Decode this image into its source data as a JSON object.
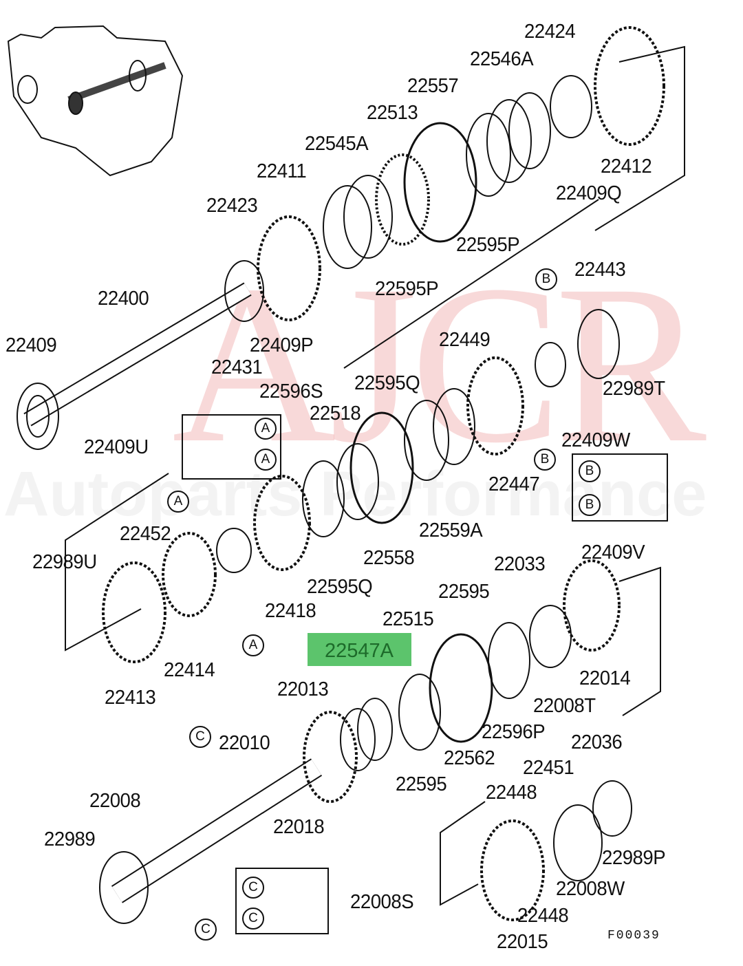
{
  "diagram": {
    "figure_code": "F00039",
    "highlighted_part": "22547A",
    "highlight_color": "#5cc46c",
    "watermark": {
      "logo": "AJCR",
      "text": "Autoparts Performance"
    },
    "labels": [
      "22424",
      "22546A",
      "22557",
      "22513",
      "22545A",
      "22411",
      "22423",
      "22412",
      "22409Q",
      "22595P",
      "22595P",
      "22400",
      "22409",
      "22409P",
      "22431",
      "22443",
      "22449",
      "22989T",
      "22596S",
      "22595Q",
      "22518",
      "22409U",
      "22409W",
      "22447",
      "22559A",
      "22409V",
      "22452",
      "22558",
      "22989U",
      "22033",
      "22595Q",
      "22595",
      "22418",
      "22515",
      "22414",
      "22014",
      "22413",
      "22013",
      "22008T",
      "22596P",
      "22036",
      "22010",
      "22562",
      "22451",
      "22595",
      "22008",
      "22448",
      "22018",
      "22989",
      "22989P",
      "22008W",
      "22008S",
      "22448",
      "22015"
    ],
    "markers": [
      "A",
      "A",
      "A",
      "A",
      "B",
      "B",
      "B",
      "B",
      "C",
      "C",
      "C",
      "C"
    ]
  }
}
